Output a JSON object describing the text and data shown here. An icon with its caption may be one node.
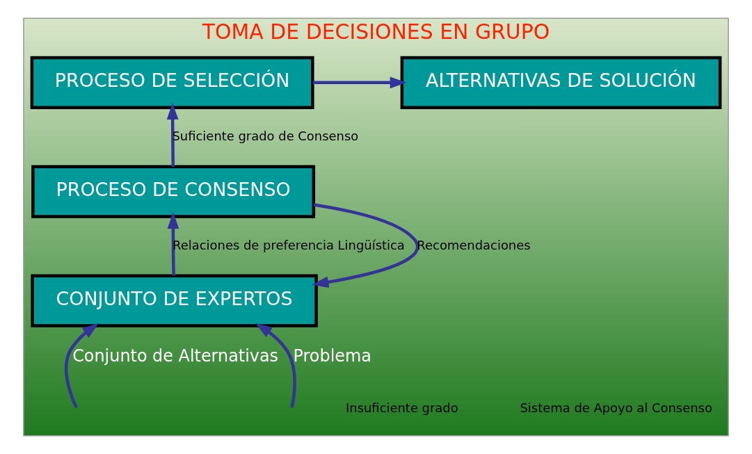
{
  "diagram": {
    "nodes": [
      {
        "text": [
          "TOMA DE DECISIONES EN GRUPO"
        ]
      },
      {
        "text": [
          "PROCESO DE SELECCIÓN"
        ],
        "in": 0
      },
      {
        "text": [
          "ALTERNATIVAS DE SOLUCIÓN"
        ],
        "in": 0
      },
      {
        "text": [
          "PROCESO DE CONSENSO"
        ],
        "in": 0
      },
      {
        "text": [
          "CONJUNTO DE EXPERTOS"
        ],
        "in": 0
      }
    ],
    "edges": [
      {
        "from": 1,
        "to": 2,
        "arrow": "to"
      },
      {
        "from": 3,
        "to": 1,
        "arrow": "to",
        "label": "Suficiente grado de Consenso"
      },
      {
        "from": 3,
        "to": 4,
        "arrow": "to",
        "label": "Recomendaciones"
      },
      {
        "from": 4,
        "to": 3,
        "arrow": "to",
        "label": "Relaciones de preferencia Lingüística"
      },
      {
        "from": null,
        "to": 4,
        "arrow": "to",
        "label": "Problema"
      },
      {
        "from": null,
        "to": 4,
        "arrow": "to",
        "label": "Conjunto de Alternativas"
      }
    ],
    "labels": [
      "Sistema de Apoyo al Consenso",
      "Insuficiente grado"
    ]
  }
}
